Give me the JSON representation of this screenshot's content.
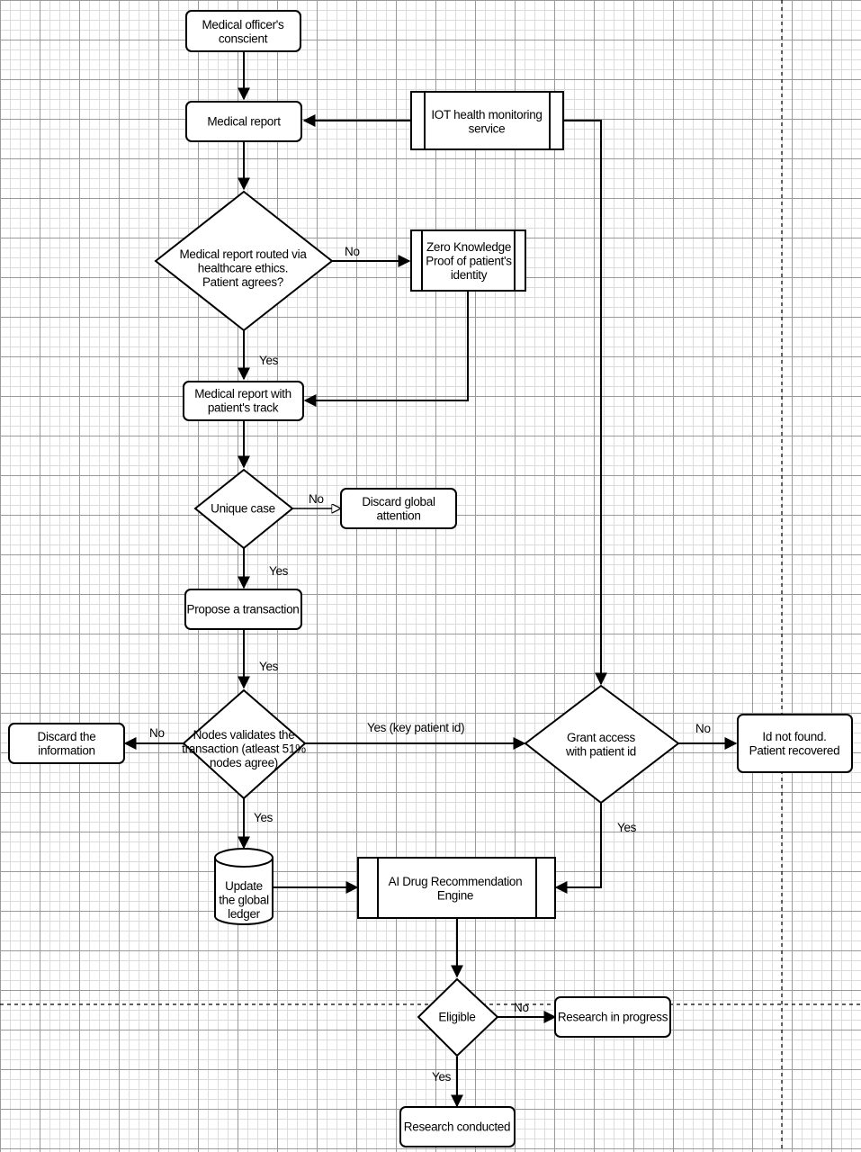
{
  "nodes": {
    "officer": [
      "Medical officer's",
      "conscient"
    ],
    "report": [
      "Medical report"
    ],
    "iot": [
      "IOT health monitoring",
      "service"
    ],
    "routed": [
      "Medical report routed via",
      "healthcare ethics.",
      "Patient agrees?"
    ],
    "zk": [
      "Zero Knowledge",
      "Proof of patient's",
      "identity"
    ],
    "track": [
      "Medical report with",
      "patient's track"
    ],
    "unique": [
      "Unique case"
    ],
    "discard_global": [
      "Discard global",
      "attention"
    ],
    "propose": [
      "Propose a transaction"
    ],
    "validate": [
      "Nodes validates the",
      "transaction (atleast 51%",
      "nodes agree)"
    ],
    "discard_info": [
      "Discard the",
      "information"
    ],
    "grant": [
      "Grant access",
      "with patient id"
    ],
    "idnotfound": [
      "Id not found.",
      "Patient recovered"
    ],
    "ledger": [
      "Update",
      "the global",
      "ledger"
    ],
    "ai": [
      "AI Drug Recommendation",
      "Engine"
    ],
    "eligible": [
      "Eligible"
    ],
    "research_progress": [
      "Research in progress"
    ],
    "research_done": [
      "Research conducted"
    ]
  },
  "edge_labels": {
    "routed_no": "No",
    "routed_yes": "Yes",
    "unique_no": "No",
    "unique_yes": "Yes",
    "propose_yes": "Yes",
    "validate_no": "No",
    "validate_yes_key": "Yes (key patient id)",
    "validate_yes": "Yes",
    "grant_no": "No",
    "grant_yes": "Yes",
    "eligible_no": "No",
    "eligible_yes": "Yes"
  }
}
